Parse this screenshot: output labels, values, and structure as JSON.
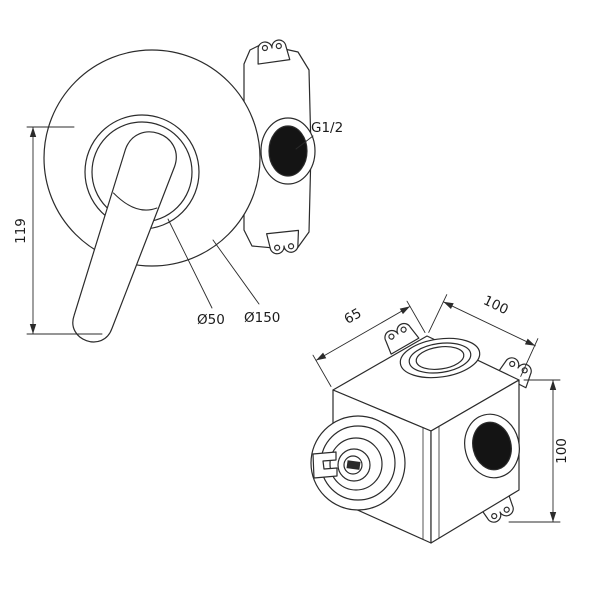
{
  "diagram": {
    "labels": {
      "front_height_dim": "119",
      "thread_label": "G1/2",
      "handle_diameter": "Ø50",
      "plate_diameter": "Ø150",
      "box_width_dim": "100",
      "box_depth_dim": "65",
      "box_height_dim": "100"
    },
    "colors": {
      "line": "#2b2b2b",
      "port_fill": "#141414",
      "background": "#ffffff"
    }
  }
}
